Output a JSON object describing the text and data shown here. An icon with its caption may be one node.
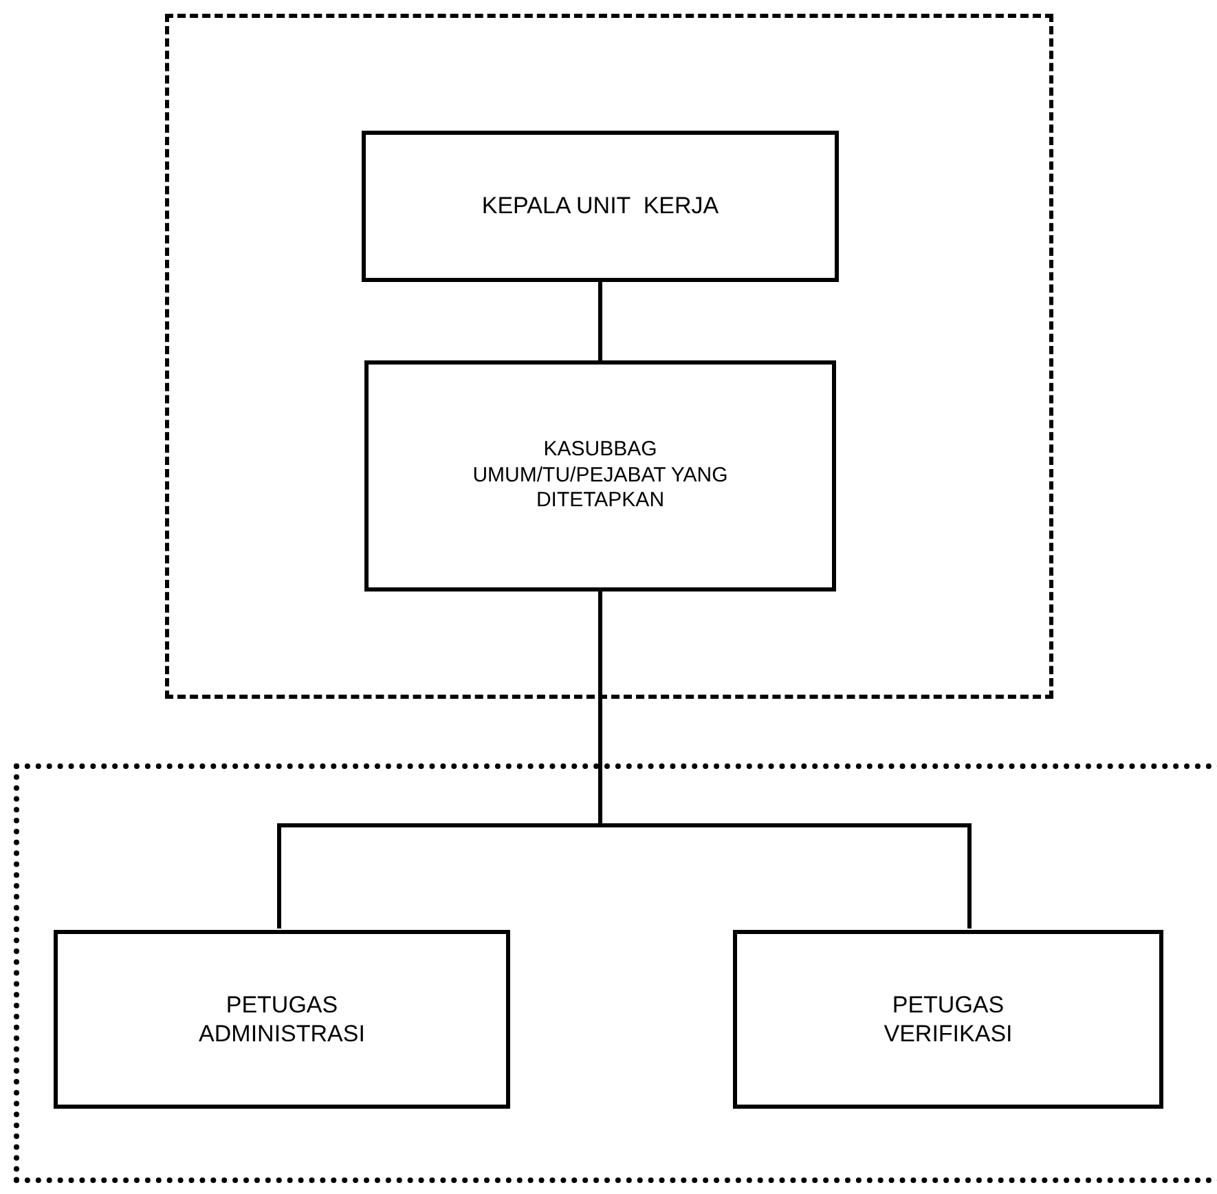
{
  "diagram": {
    "nodes": [
      {
        "text": [],
        "shape": "box"
      },
      {
        "text": [
          "KEPALA UNIT  KERJA"
        ],
        "in": 0
      },
      {
        "text": [
          "KASUBBAG UMUM/TU/PEJABAT YANG DITETAPKAN"
        ],
        "in": 0
      },
      {
        "text": [],
        "shape": "box"
      },
      {
        "text": [
          "PETUGAS ADMINISTRASI"
        ],
        "in": 3
      },
      {
        "text": [
          "PETUGAS VERIFIKASI"
        ],
        "in": 3
      }
    ],
    "edges": [
      {
        "from": 1,
        "to": 2,
        "arrow": "none"
      },
      {
        "from": 2,
        "to": 4,
        "arrow": "none"
      },
      {
        "from": 2,
        "to": 5,
        "arrow": "none"
      }
    ]
  }
}
